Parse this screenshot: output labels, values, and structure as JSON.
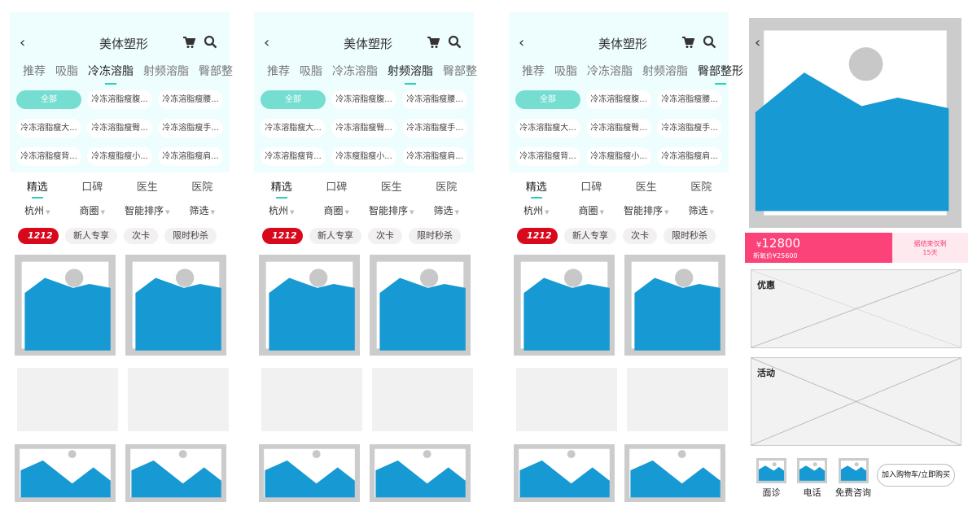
{
  "panels": [
    {
      "title": "美体塑形",
      "tabs": [
        "推荐",
        "吸脂",
        "冷冻溶脂",
        "射频溶脂",
        "臀部整"
      ],
      "active_tab": 2,
      "chips": [
        "全部",
        "冷冻溶脂瘦腹...",
        "冷冻溶脂瘦腰...",
        "冷冻溶脂瘦大...",
        "冷冻溶脂瘦臀...",
        "冷冻溶脂瘦手...",
        "冷冻溶脂瘦背...",
        "冷冻瘦脂瘦小...",
        "冷冻溶脂瘦肩..."
      ]
    },
    {
      "title": "美体塑形",
      "tabs": [
        "推荐",
        "吸脂",
        "冷冻溶脂",
        "射频溶脂",
        "臀部整"
      ],
      "active_tab": 3,
      "chips": [
        "全部",
        "冷冻溶脂瘦腹...",
        "冷冻溶脂瘦腰...",
        "冷冻溶脂瘦大...",
        "冷冻溶脂瘦臀...",
        "冷冻溶脂瘦手...",
        "冷冻溶脂瘦背...",
        "冷冻瘦脂瘦小...",
        "冷冻溶脂瘦肩..."
      ]
    },
    {
      "title": "美体塑形",
      "tabs": [
        "推荐",
        "吸脂",
        "冷冻溶脂",
        "射频溶脂",
        "臀部整形"
      ],
      "active_tab": 4,
      "chips": [
        "全部",
        "冷冻溶脂瘦腹...",
        "冷冻溶脂瘦腰...",
        "冷冻溶脂瘦大...",
        "冷冻溶脂瘦臀...",
        "冷冻溶脂瘦手...",
        "冷冻溶脂瘦背...",
        "冷冻瘦脂瘦小...",
        "冷冻溶脂瘦肩..."
      ]
    }
  ],
  "sub_tabs": [
    "精选",
    "口碑",
    "医生",
    "医院"
  ],
  "filters": [
    "杭州",
    "商圈",
    "智能排序",
    "筛选"
  ],
  "tags": [
    "1212",
    "新人专享",
    "次卡",
    "限时秒杀"
  ],
  "detail": {
    "price": "12800",
    "currency": "¥",
    "original_price": "新氧价¥25600",
    "remaining_line1": "据结束仅剩",
    "remaining_line2": "15天",
    "section1": "优惠",
    "section2": "活动",
    "actions": [
      "面诊",
      "电话",
      "免费咨询"
    ],
    "buy_label": "加入购物车/立即购买"
  },
  "colors": {
    "accent": "#2ecfb8",
    "chip_active": "#76ded0",
    "price": "#fb437a",
    "sale_tag": "#d8091c",
    "placeholder_blue": "#1799d3"
  }
}
